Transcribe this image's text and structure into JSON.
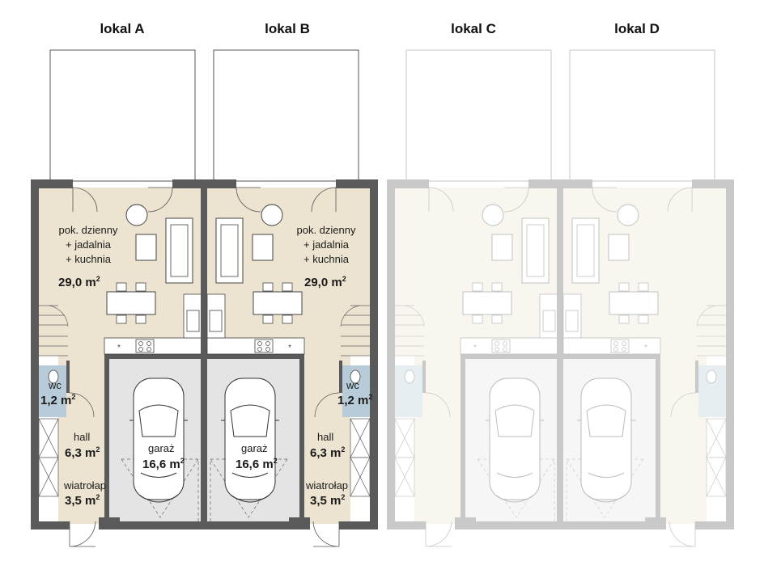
{
  "units": [
    {
      "id": "A",
      "title": "lokal A"
    },
    {
      "id": "B",
      "title": "lokal B"
    },
    {
      "id": "C",
      "title": "lokal C"
    },
    {
      "id": "D",
      "title": "lokal D"
    }
  ],
  "rooms": {
    "living": {
      "name_1": "pok. dzienny",
      "name_2": "+ jadalnia",
      "name_3": "+ kuchnia",
      "area": "29,0 m",
      "unit_sup": "2"
    },
    "wc": {
      "name": "wc",
      "area": "1,2 m",
      "unit_sup": "2"
    },
    "hall": {
      "name": "hall",
      "area": "6,3 m",
      "unit_sup": "2"
    },
    "vestibule": {
      "name": "wiatrołap",
      "area": "3,5 m",
      "unit_sup": "2"
    },
    "garage": {
      "name": "garaż",
      "area": "16,6 m",
      "unit_sup": "2"
    }
  },
  "colors": {
    "wall_active": "#5a5a5a",
    "wall_faded": "#cfcfcf",
    "living_floor": "#ece4d0",
    "garage_floor": "#e4e4e4",
    "wc_floor": "#b7cbd8",
    "line": "#3a3a3a"
  }
}
